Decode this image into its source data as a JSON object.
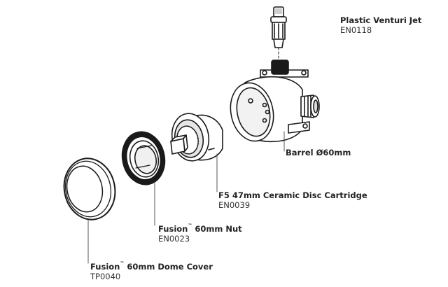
{
  "diagram": {
    "parts": [
      {
        "id": "jet",
        "name": "Plastic Venturi Jet",
        "code": "EN0118"
      },
      {
        "id": "barrel",
        "name": "Barrel Ø60mm",
        "code": ""
      },
      {
        "id": "cartridge",
        "name": "F5 47mm Ceramic Disc Cartridge",
        "code": "EN0039"
      },
      {
        "id": "nut",
        "name_brand": "Fusion",
        "name_mark": "™",
        "name_rest": " 60mm Nut",
        "code": "EN0023"
      },
      {
        "id": "cover",
        "name_brand": "Fusion",
        "name_mark": "™",
        "name_rest": " 60mm Dome Cover",
        "code": "TP0040"
      }
    ]
  }
}
